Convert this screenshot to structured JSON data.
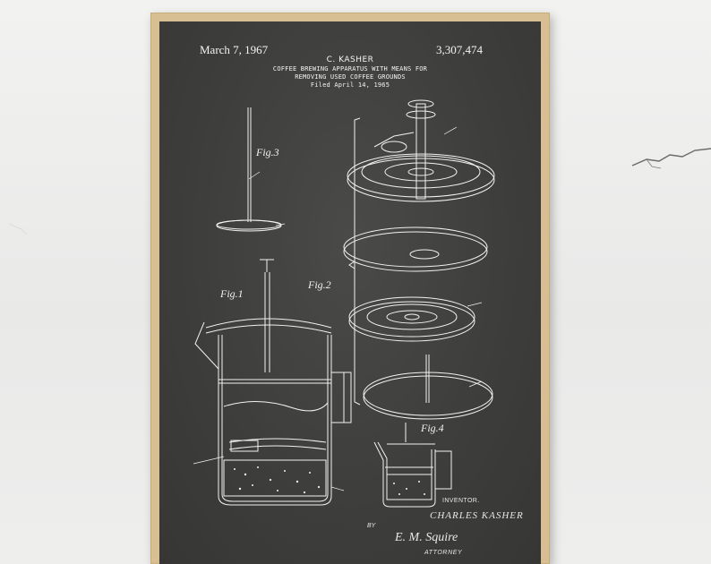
{
  "poster": {
    "date": "March 7, 1967",
    "patent_number": "3,307,474",
    "inventor_heading": "C. KASHER",
    "title_line1": "COFFEE BREWING APPARATUS WITH MEANS FOR",
    "title_line2": "REMOVING USED COFFEE GROUNDS",
    "filed": "Filed April 14, 1965"
  },
  "figures": {
    "fig1": "Fig.1",
    "fig2": "Fig.2",
    "fig3": "Fig.3",
    "fig4": "Fig.4"
  },
  "signature": {
    "inventor_label": "INVENTOR.",
    "inventor_name": "CHARLES KASHER",
    "by": "BY",
    "attorney_name": "E. M. Squire",
    "attorney_label": "ATTORNEY"
  },
  "colors": {
    "frame": "#d7bf93",
    "board": "#3f3f3d",
    "ink": "#f2f2f2",
    "wall": "#ececeb"
  }
}
